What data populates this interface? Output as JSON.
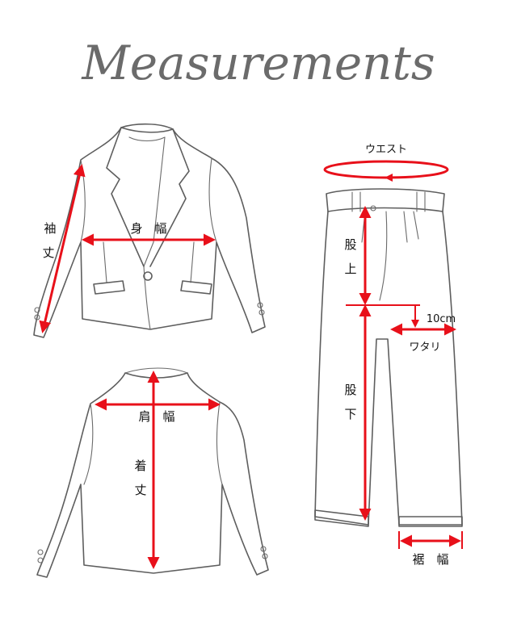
{
  "title": "Measurements",
  "jacket_front": {
    "sleeve_label_1": "袖",
    "sleeve_label_2": "丈",
    "chest_label": "身　幅"
  },
  "jacket_back": {
    "shoulder_label": "肩　幅",
    "length_label_1": "着",
    "length_label_2": "丈"
  },
  "pants": {
    "waist_label": "ウエスト",
    "rise_label_1": "股",
    "rise_label_2": "上",
    "offset_label": "10cm",
    "thigh_label": "ワタリ",
    "inseam_label_1": "股",
    "inseam_label_2": "下",
    "hem_label": "裾　幅"
  },
  "colors": {
    "measure_line": "#e8101a",
    "garment_line": "#5e5e5e",
    "title_text": "#6b6b6b"
  }
}
